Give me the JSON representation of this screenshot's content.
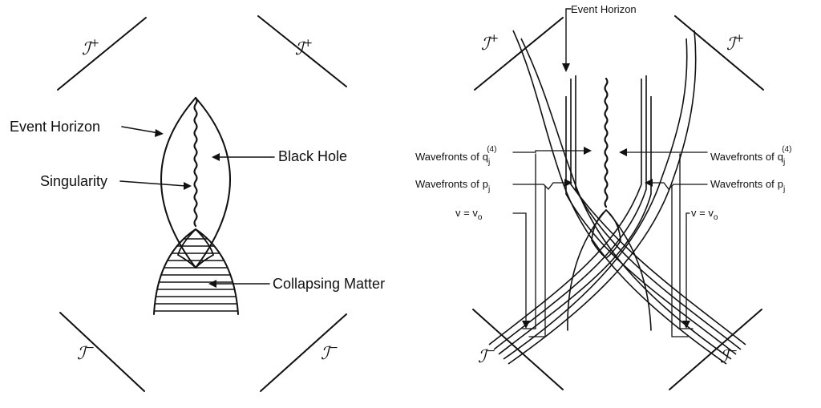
{
  "left": {
    "scri_symbol": "ℐ",
    "scri_plus": "+",
    "scri_minus": "−",
    "labels": {
      "event_horizon": "Event Horizon",
      "singularity": "Singularity",
      "black_hole": "Black Hole",
      "collapsing_matter": "Collapsing Matter"
    }
  },
  "right": {
    "scri_symbol": "ℐ",
    "scri_plus": "+",
    "scri_minus": "−",
    "labels": {
      "event_horizon": "Event Horizon",
      "wavefronts_q_left": "Wavefronts of",
      "wavefronts_q_right": "Wavefronts of",
      "q_base": "q",
      "q_sub": "j",
      "q_sup": "(4)",
      "wavefronts_p_left": "Wavefronts of",
      "wavefronts_p_right": "Wavefronts of",
      "p_base": "p",
      "p_sub": "j",
      "v_eq_left": "v = v",
      "v_eq_right": "v = v",
      "v_sub": "o"
    }
  }
}
